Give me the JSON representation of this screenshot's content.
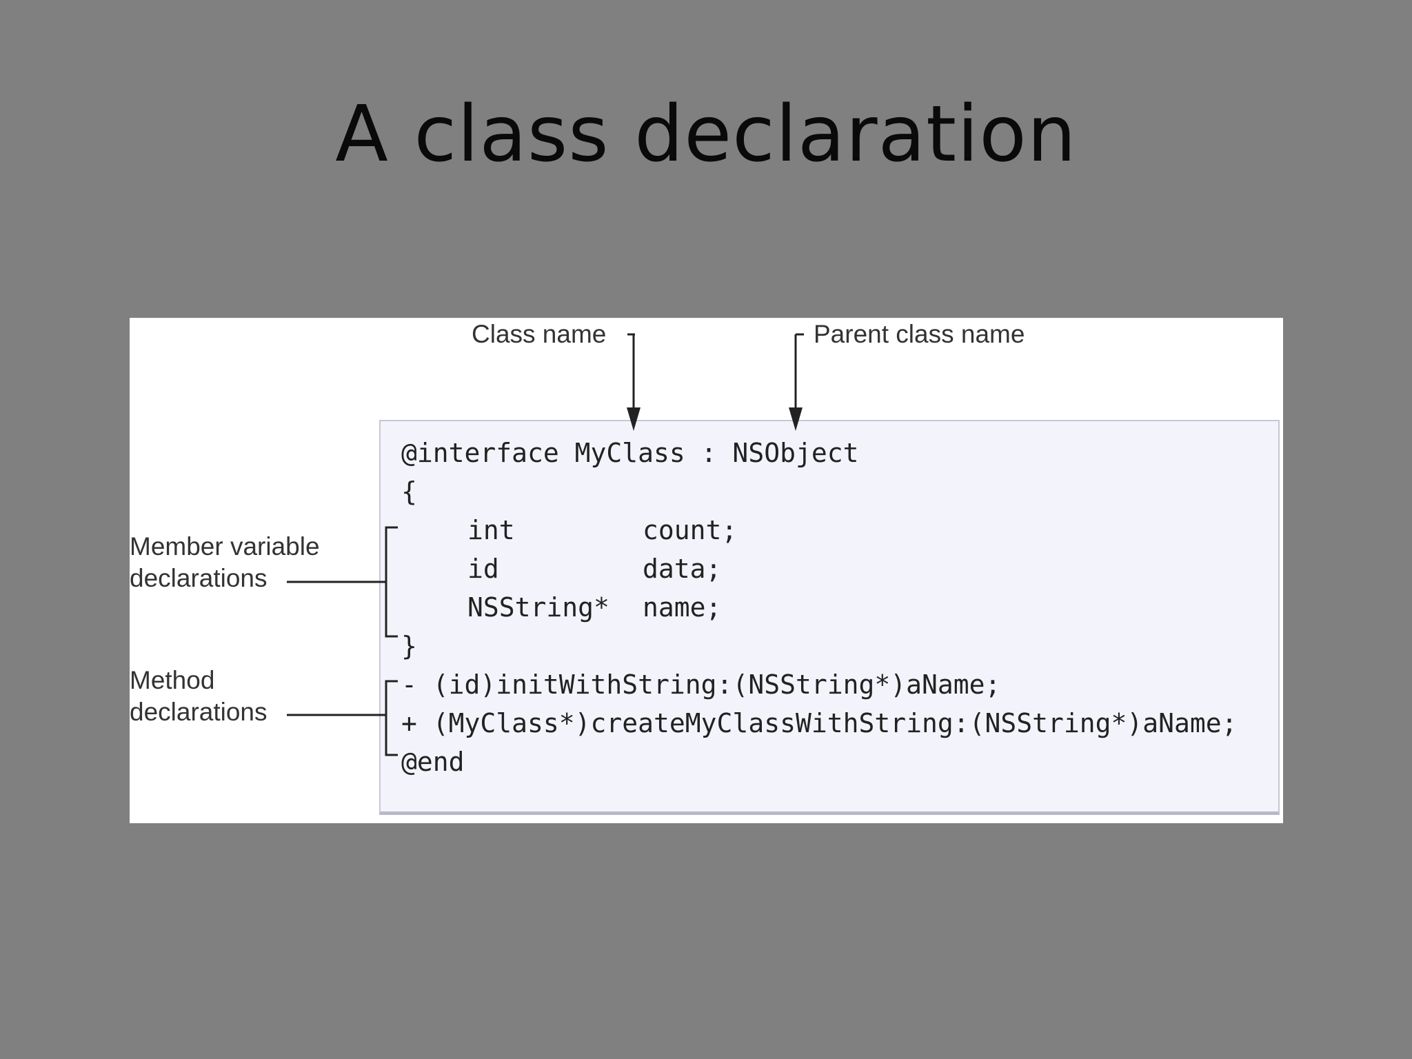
{
  "slide": {
    "title": "A class declaration"
  },
  "labels": {
    "class_name": "Class name",
    "parent_class_name": "Parent class name",
    "member_variable_line1": "Member variable",
    "member_variable_line2": "declarations",
    "method_line1": "Method",
    "method_line2": "declarations"
  },
  "code": {
    "interface_line": "@interface MyClass : NSObject",
    "open_brace": "{",
    "members": [
      {
        "type": "int",
        "name": "count;"
      },
      {
        "type": "id",
        "name": "data;"
      },
      {
        "type": "NSString*",
        "name": "name;"
      }
    ],
    "close_brace": "}",
    "method_instance": "- (id)initWithString:(NSString*)aName;",
    "method_class": "+ (MyClass*)createMyClassWithString:(NSString*)aName;",
    "end": "@end"
  },
  "colors": {
    "slide_background": "#808080",
    "figure_background": "#ffffff",
    "code_background": "#f3f4fb"
  }
}
